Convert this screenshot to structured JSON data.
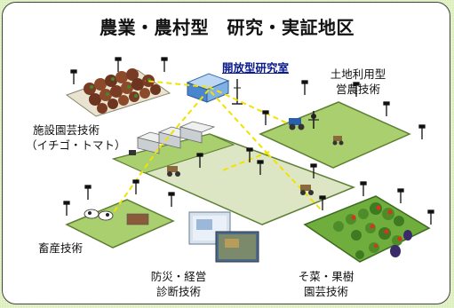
{
  "title": "農業・農村型　研究・実証地区",
  "center": {
    "label": "開放型研究室"
  },
  "areas": [
    {
      "id": "land-use",
      "lines": [
        "土地利用型",
        "営農技術"
      ]
    },
    {
      "id": "greenhouse",
      "lines": [
        "施設園芸技術",
        "（イチゴ・トマト）"
      ]
    },
    {
      "id": "livestock",
      "lines": [
        "畜産技術"
      ]
    },
    {
      "id": "disaster",
      "lines": [
        "防災・経営",
        "診断技術"
      ]
    },
    {
      "id": "vegetable-fruit",
      "lines": [
        "そ菜・果樹",
        "園芸技術"
      ]
    }
  ],
  "colors": {
    "field": "#a9cf6e",
    "field_edge": "#5d7f33",
    "field_pale": "#dde6c4",
    "link_line": "#f2e200",
    "title_text": "#111111",
    "lab_text": "#0a1a8c"
  }
}
